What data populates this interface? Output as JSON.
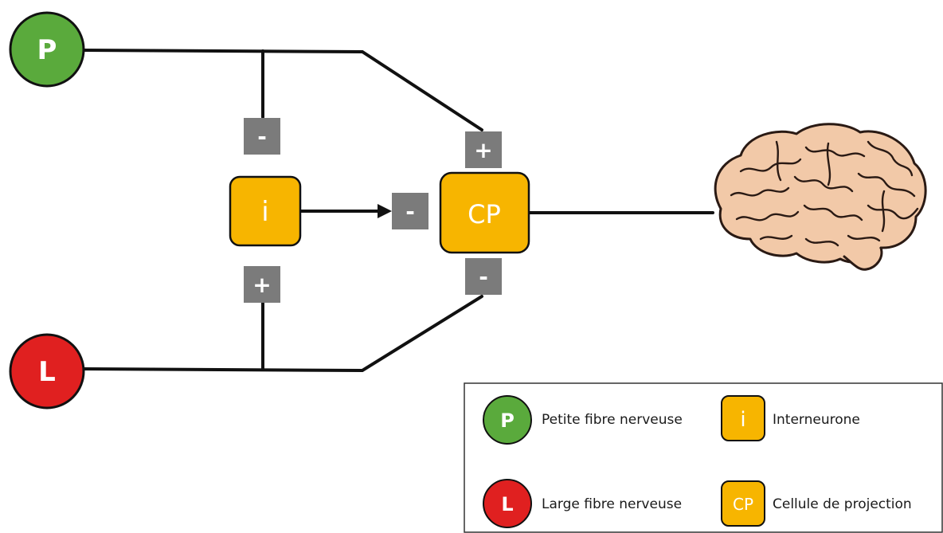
{
  "nodes": {
    "p": {
      "label": "P",
      "color": "#5aaa3c"
    },
    "l": {
      "label": "L",
      "color": "#e02020"
    },
    "i": {
      "label": "i",
      "color": "#f7b500"
    },
    "cp": {
      "label": "CP",
      "color": "#f7b500"
    }
  },
  "signs": {
    "p_to_i": "-",
    "l_to_i": "+",
    "i_to_cp": "-",
    "p_to_cp": "+",
    "l_to_cp": "-"
  },
  "colors": {
    "sign_box": "#7b7b7b",
    "line": "#111111",
    "brain_fill": "#f2c9a8",
    "brain_stroke": "#2a1a14"
  },
  "legend": {
    "items": [
      {
        "symbol": "P",
        "text": "Petite fibre nerveuse"
      },
      {
        "symbol": "i",
        "text": "Interneurone"
      },
      {
        "symbol": "L",
        "text": "Large fibre nerveuse"
      },
      {
        "symbol": "CP",
        "text": "Cellule de projection"
      }
    ]
  }
}
